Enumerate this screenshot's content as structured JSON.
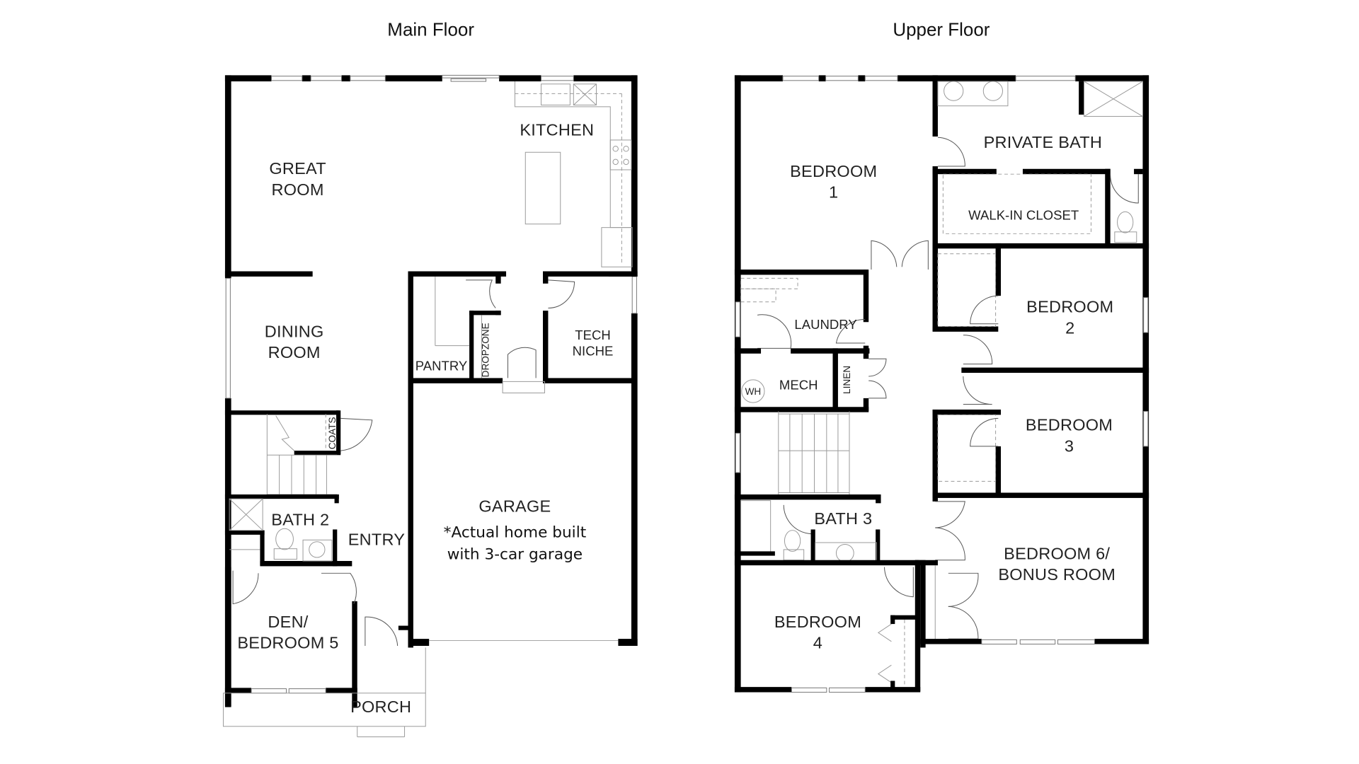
{
  "floors": {
    "main": {
      "title": "Main Floor",
      "rooms": {
        "great_room": [
          "GREAT",
          "ROOM"
        ],
        "kitchen": "KITCHEN",
        "dining_room": [
          "DINING",
          "ROOM"
        ],
        "pantry": "PANTRY",
        "dropzone": "DROPZONE",
        "tech_niche": [
          "TECH",
          "NICHE"
        ],
        "coats": "COATS",
        "bath_2": "BATH 2",
        "entry": "ENTRY",
        "den_bedroom_5": [
          "DEN/",
          "BEDROOM 5"
        ],
        "porch": "PORCH",
        "garage": "GARAGE"
      },
      "garage_note": [
        "*Actual home built",
        "with 3-car garage"
      ]
    },
    "upper": {
      "title": "Upper Floor",
      "rooms": {
        "bedroom_1": [
          "BEDROOM",
          "1"
        ],
        "private_bath": "PRIVATE BATH",
        "walk_in_closet": "WALK-IN CLOSET",
        "laundry": "LAUNDRY",
        "mech": "MECH",
        "water_heater": "WH",
        "linen": "LINEN",
        "bedroom_2": [
          "BEDROOM",
          "2"
        ],
        "bedroom_3": [
          "BEDROOM",
          "3"
        ],
        "bath_3": "BATH 3",
        "bedroom_4": [
          "BEDROOM",
          "4"
        ],
        "bedroom_6": [
          "BEDROOM 6/",
          "BONUS ROOM"
        ]
      }
    }
  },
  "colors": {
    "wall": "#000000",
    "fixture": "#9a9a9a",
    "text": "#222222",
    "background": "#ffffff"
  }
}
